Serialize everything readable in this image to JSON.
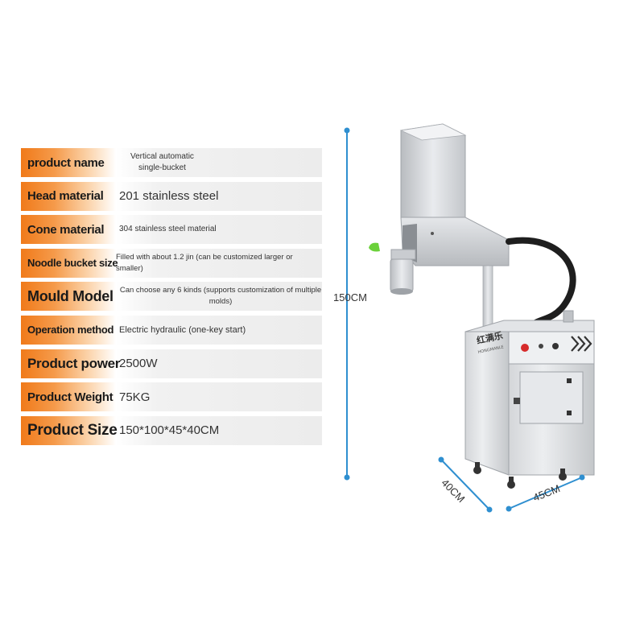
{
  "specs": [
    {
      "label": "product name",
      "value": "Vertical automatic\nsingle-bucket"
    },
    {
      "label": "Head material",
      "value": "201 stainless steel"
    },
    {
      "label": "Cone material",
      "value": "304 stainless steel material"
    },
    {
      "label": "Noodle bucket size",
      "value": "Filled with about 1.2 jin (can be customized larger or smaller)"
    },
    {
      "label": "Mould Model",
      "value": "Can choose any 6 kinds (supports customization of multiple molds)"
    },
    {
      "label": "Operation method",
      "value": "Electric hydraulic (one-key start)"
    },
    {
      "label": "Product power",
      "value": "2500W"
    },
    {
      "label": "Product Weight",
      "value": "75KG"
    },
    {
      "label": "Product Size",
      "value": "150*100*45*40CM"
    }
  ],
  "dimensions": {
    "height": "150CM",
    "depth": "40CM",
    "width": "45CM"
  },
  "brand": {
    "name": "红满乐",
    "subtitle": "HONGMANLE"
  },
  "colors": {
    "accent": "#f07a1a",
    "dimension_line": "#2f8fd0",
    "steel": "#c9ccd0"
  }
}
